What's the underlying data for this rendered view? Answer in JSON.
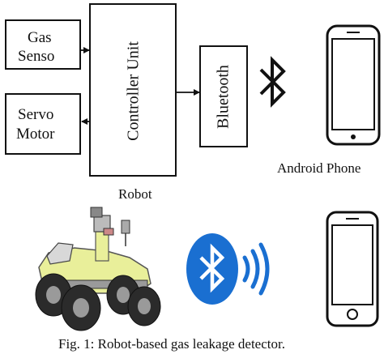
{
  "diagram": {
    "gas_sensor_line1": "Gas",
    "gas_sensor_line2": "Senso",
    "servo_line1": "Servo",
    "servo_line2": "Motor",
    "controller": "Controller Unit",
    "bluetooth": "Bluetooth",
    "phone_label": "Android Phone",
    "robot_label": "Robot"
  },
  "caption": "Fig. 1: Robot-based gas leakage detector.",
  "colors": {
    "bluetooth_blue": "#1a6fd1",
    "robot_yellow": "#e9ef9a",
    "line": "#111111"
  },
  "icons": [
    "bluetooth-icon",
    "android-phone-icon",
    "robot-illustration",
    "bluetooth-badge-icon",
    "signal-waves-icon",
    "smartphone-icon"
  ]
}
